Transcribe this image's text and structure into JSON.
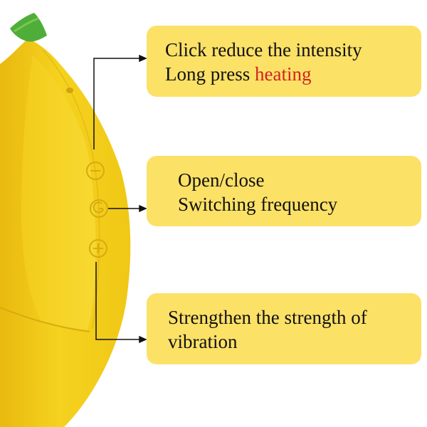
{
  "callouts": [
    {
      "line1": "Click reduce the intensity",
      "line2_prefix": "Long press ",
      "line2_highlight": "heating"
    },
    {
      "line1": "Open/close",
      "line2": "Switching frequency"
    },
    {
      "line1": "Strengthen the strength of",
      "line2": "vibration"
    }
  ],
  "colors": {
    "callout_background": "#fce167",
    "highlight_text": "#d2231f",
    "banana_yellow": "#f4cf1e",
    "banana_tip": "#4fae3a",
    "connector": "#111111"
  },
  "icons": [
    "minus-button-icon",
    "power-button-icon",
    "plus-button-icon"
  ]
}
